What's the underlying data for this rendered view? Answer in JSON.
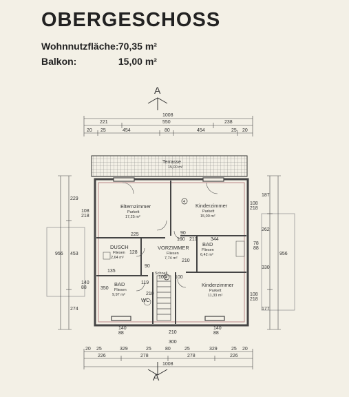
{
  "header": {
    "title": "OBERGESCHOSS",
    "area_label": "Wohnnutzfläche:",
    "area_value": "70,35 m²",
    "balcony_label": "Balkon:",
    "balcony_value": "15,00 m²"
  },
  "section": {
    "top": "A",
    "bottom": "A"
  },
  "terrace": {
    "label": "Terrasse",
    "area": "15,00 m²"
  },
  "rooms": {
    "eltern": {
      "name": "Elternzimmer",
      "floor": "Parkett",
      "area": "17,25 m²"
    },
    "kind1": {
      "name": "Kinderzimmer",
      "floor": "Parkett",
      "area": "15,00 m²"
    },
    "dusch": {
      "name": "DUSCH",
      "floor": "Fliesen",
      "area": "2,64 m²"
    },
    "vorzimmer": {
      "name": "VORZIMMER",
      "floor": "Fliesen",
      "area": "7,74 m²"
    },
    "bad2": {
      "name": "BAD",
      "floor": "Fliesen",
      "area": "6,42 m²"
    },
    "bad1": {
      "name": "BAD",
      "floor": "Fliesen",
      "area": "9,97 m²"
    },
    "kind2": {
      "name": "Kinderzimmer",
      "floor": "Parkett",
      "area": "11,33 m²"
    },
    "wc": "WC",
    "stair": "Schnell"
  },
  "dims": {
    "total_top": "1008",
    "top_row2": [
      "221",
      "550",
      "238"
    ],
    "top_row3": [
      "20",
      "25",
      "454",
      "80",
      "454",
      "25",
      "20"
    ],
    "total_bottom": "1008",
    "bottom_row1": [
      "20",
      "25",
      "329",
      "25",
      "80",
      "25",
      "329",
      "25",
      "20"
    ],
    "bottom_row2": [
      "226",
      "278",
      "278",
      "226"
    ],
    "left_outer": "956",
    "left_inner": [
      "229",
      "453",
      "274"
    ],
    "right_outer": "956",
    "right_inner": [
      "187",
      "262",
      "177"
    ],
    "right_mid": "330",
    "misc": [
      "108",
      "218",
      "108",
      "218",
      "140",
      "88",
      "108",
      "218",
      "78",
      "88",
      "225",
      "100",
      "344",
      "210",
      "90",
      "135",
      "119",
      "128",
      "350",
      "140",
      "88",
      "140",
      "88",
      "210",
      "300",
      "100",
      "100",
      "210",
      "90",
      "210"
    ]
  },
  "markers": {
    "n4a": "4",
    "n4b": "4"
  }
}
